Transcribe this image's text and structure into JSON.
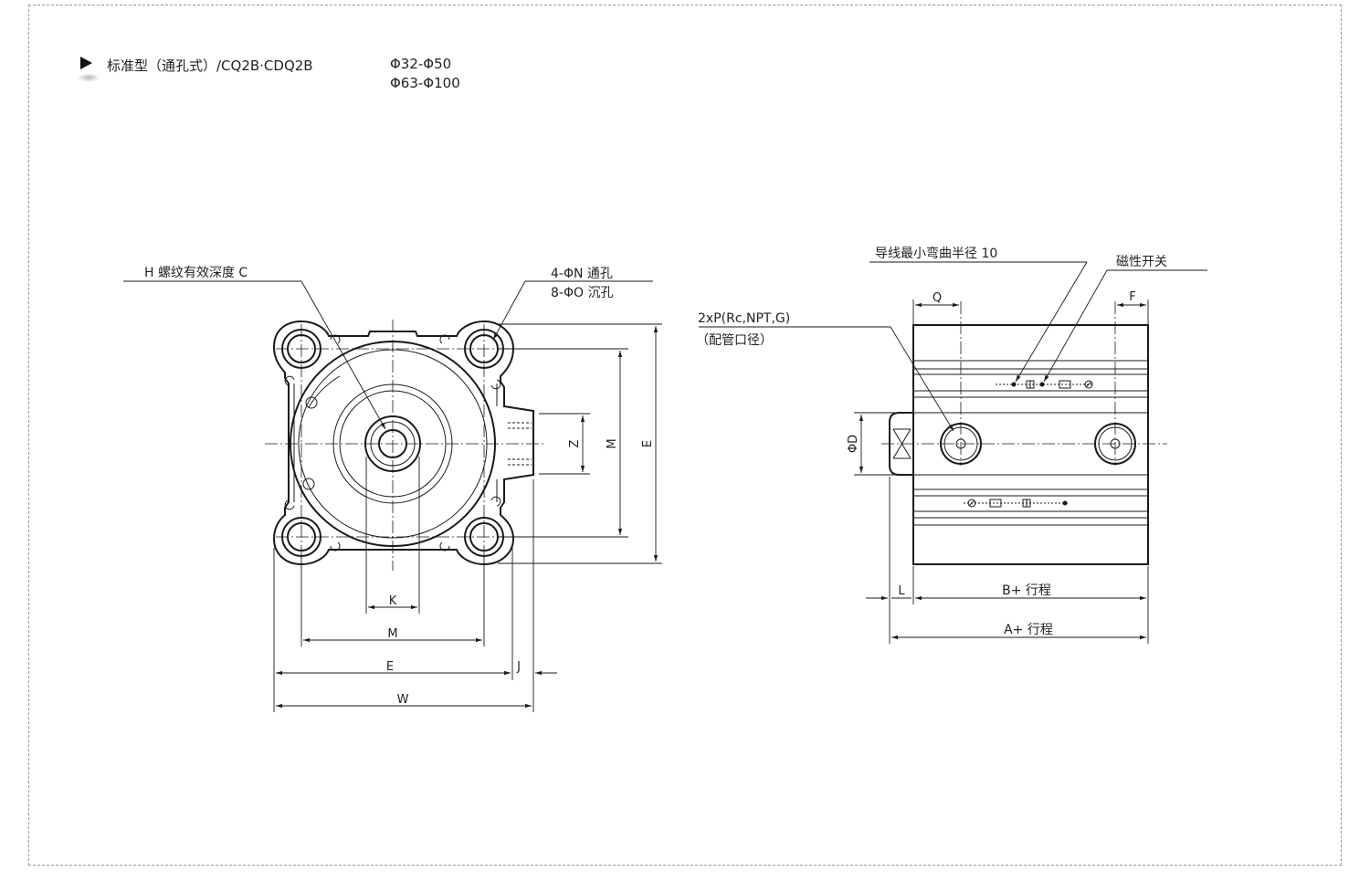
{
  "header": {
    "title": "标准型（通孔式）/CQ2B·CDQ2B",
    "bore_range_1": "Φ32-Φ50",
    "bore_range_2": "Φ63-Φ100"
  },
  "front_view": {
    "thread_label": "H 螺纹有效深度 C",
    "through_hole_label": "4-ΦN 通孔",
    "counterbore_label": "8-ΦO 沉孔",
    "dim_z": "Z",
    "dim_m_vertical": "M",
    "dim_e_vertical": "E",
    "dim_k": "K",
    "dim_m_horizontal": "M",
    "dim_e_horizontal": "E",
    "dim_j": "J",
    "dim_w": "W"
  },
  "side_view": {
    "bend_radius_label": "导线最小弯曲半径 10",
    "magnetic_switch_label": "磁性开关",
    "port_label": "2xP(Rc,NPT,G)",
    "port_sub_label": "（配管口径）",
    "dim_q": "Q",
    "dim_f": "F",
    "dim_d": "ΦD",
    "dim_l": "L",
    "dim_b": "B+ 行程",
    "dim_a": "A+ 行程"
  },
  "colors": {
    "line": "#1a1a1a",
    "border": "#9a9a9a"
  }
}
